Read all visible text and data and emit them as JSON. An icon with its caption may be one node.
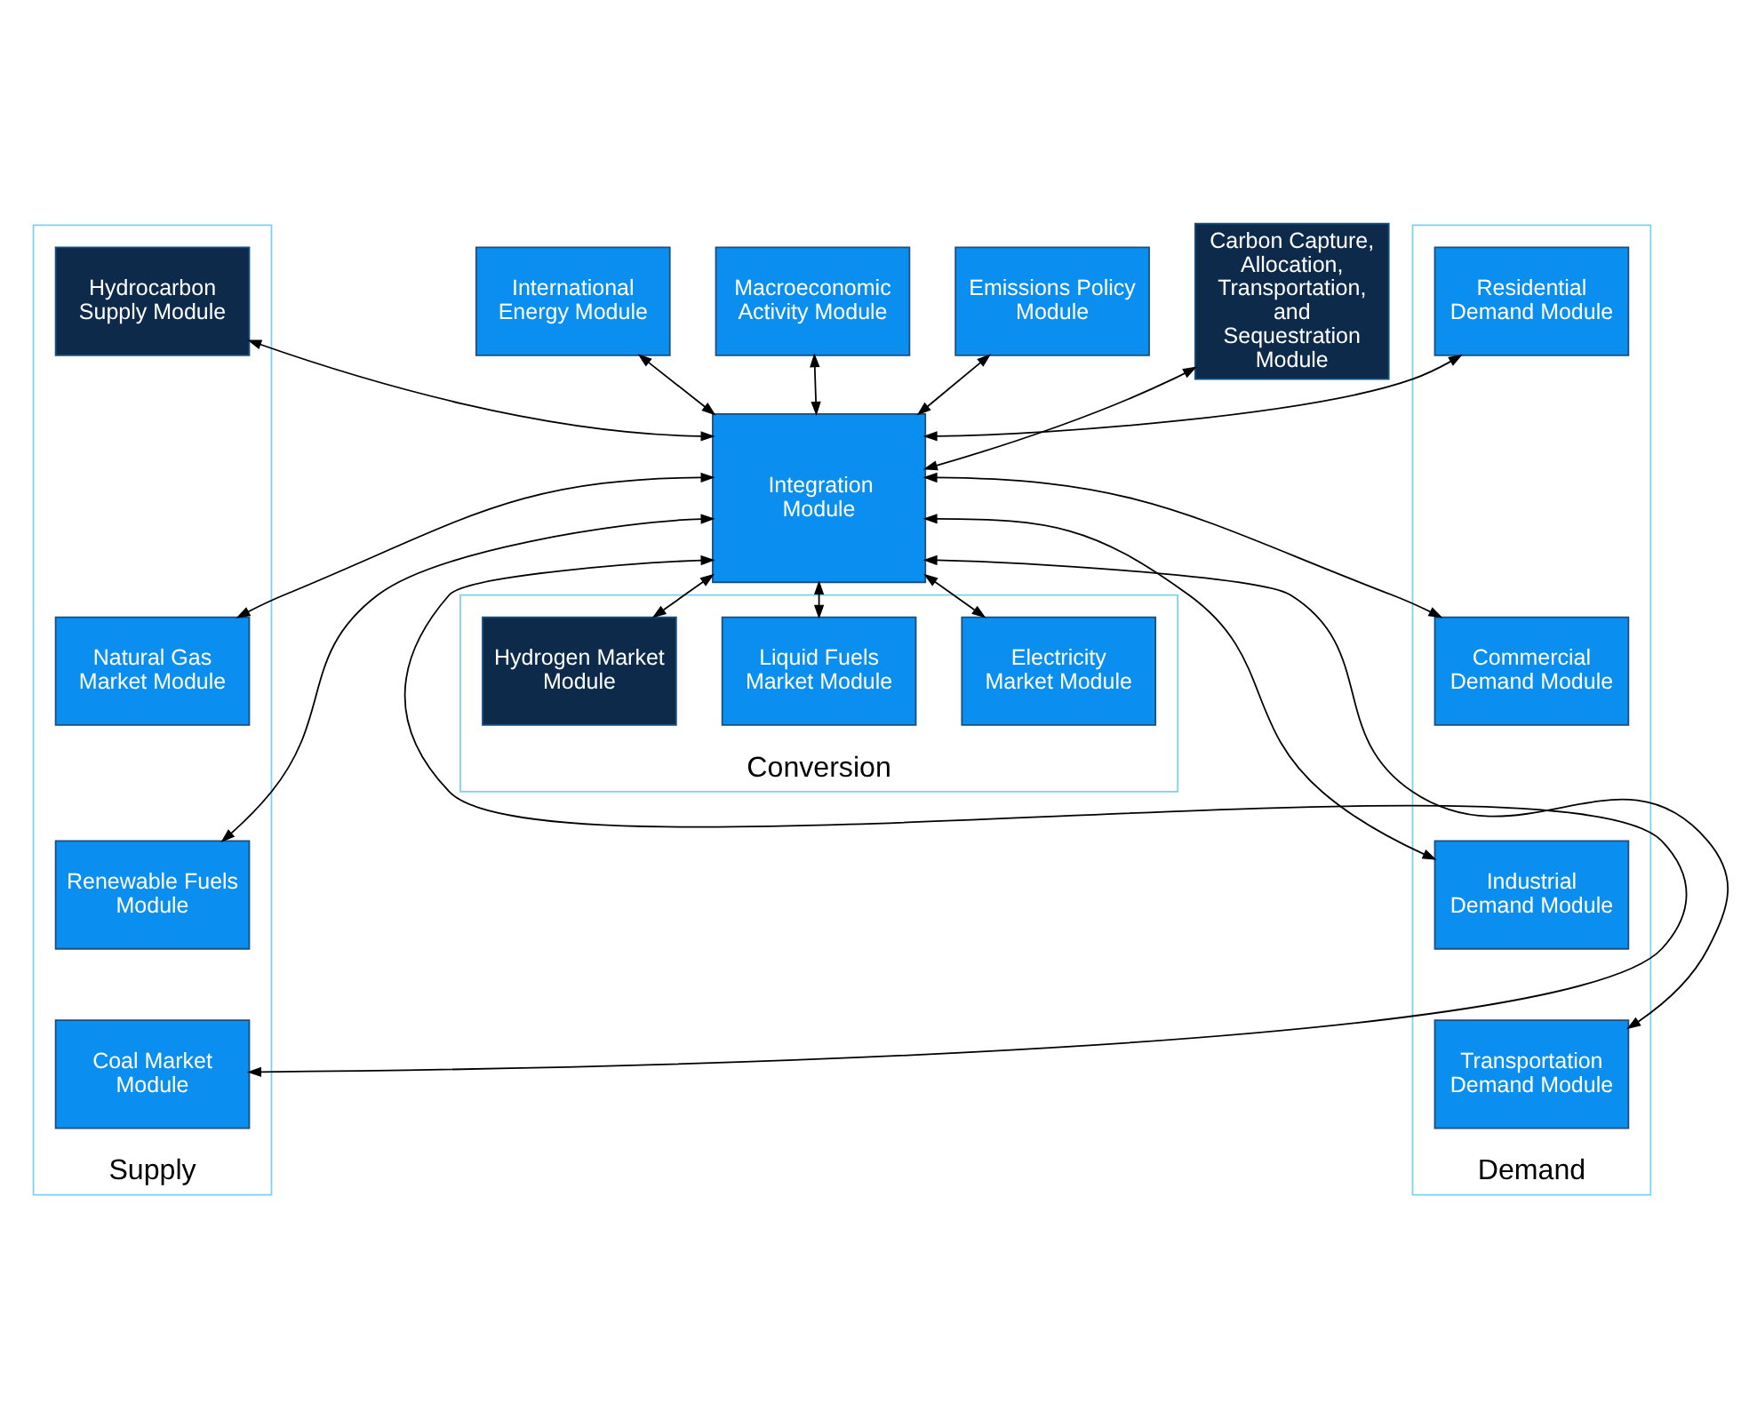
{
  "diagram": {
    "nodes": [
      {
        "text": [
          "International Energy Module"
        ]
      },
      {
        "text": [
          "Macroeconomic Activity Module"
        ]
      },
      {
        "text": [
          "Emissions Policy Module"
        ]
      },
      {
        "text": [
          "Carbon Capture, Allocation, Transportation, and Sequestration Module"
        ]
      },
      {
        "text": [
          "Supply"
        ]
      },
      {
        "text": [
          "Hydrocarbon Supply Module"
        ],
        "in": 4
      },
      {
        "text": [
          "Natural Gas Market Module"
        ],
        "in": 4
      },
      {
        "text": [
          "Renewable Fuels Module"
        ],
        "in": 4
      },
      {
        "text": [
          "Coal Market Module"
        ],
        "in": 4
      },
      {
        "text": [
          "Integration Module"
        ]
      },
      {
        "text": [
          "Demand"
        ]
      },
      {
        "text": [
          "Residential Demand Module"
        ],
        "in": 10
      },
      {
        "text": [
          "Commercial Demand Module"
        ],
        "in": 10
      },
      {
        "text": [
          "Industrial Demand Module"
        ],
        "in": 10
      },
      {
        "text": [
          "Transportation Demand Module"
        ],
        "in": 10
      },
      {
        "text": [
          "Conversion"
        ]
      },
      {
        "text": [
          "Electricity Market Module"
        ],
        "in": 15
      },
      {
        "text": [
          "Liquid Fuels Market Module"
        ],
        "in": 15
      },
      {
        "text": [
          "Hydrogen Market Module"
        ],
        "in": 15
      }
    ],
    "edges": [
      {
        "from": 0,
        "to": 9,
        "arrow": "both"
      },
      {
        "from": 1,
        "to": 9,
        "arrow": "both"
      },
      {
        "from": 2,
        "to": 9,
        "arrow": "both"
      },
      {
        "from": 3,
        "to": 9,
        "arrow": "both"
      },
      {
        "from": 5,
        "to": 9,
        "arrow": "both"
      },
      {
        "from": 6,
        "to": 9,
        "arrow": "both"
      },
      {
        "from": 7,
        "to": 9,
        "arrow": "both"
      },
      {
        "from": 8,
        "to": 9,
        "arrow": "both"
      },
      {
        "from": 9,
        "to": 11,
        "arrow": "both"
      },
      {
        "from": 9,
        "to": 12,
        "arrow": "both"
      },
      {
        "from": 9,
        "to": 13,
        "arrow": "both"
      },
      {
        "from": 9,
        "to": 14,
        "arrow": "both"
      },
      {
        "from": 9,
        "to": 16,
        "arrow": "both"
      },
      {
        "from": 9,
        "to": 17,
        "arrow": "both"
      },
      {
        "from": 9,
        "to": 18,
        "arrow": "both"
      }
    ]
  }
}
